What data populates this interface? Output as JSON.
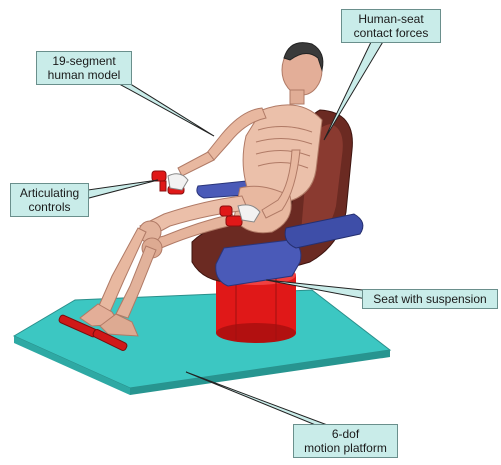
{
  "callouts": {
    "human_model": [
      "19-segment",
      "human model"
    ],
    "seat_contact": [
      "Human-seat",
      "contact forces"
    ],
    "controls": [
      "Articulating",
      "controls"
    ],
    "suspension": [
      "Seat with suspension"
    ],
    "platform": [
      "6-dof",
      "motion platform"
    ]
  },
  "colors": {
    "callout_fill": "#c9ece9",
    "platform": "#3cc7c2",
    "seat_frame": "#6b2a22",
    "seat_cushion": "#4a5ab8",
    "suspension_column": "#e01818",
    "pedals": "#d01818",
    "human_body": "#e8b8a0"
  }
}
